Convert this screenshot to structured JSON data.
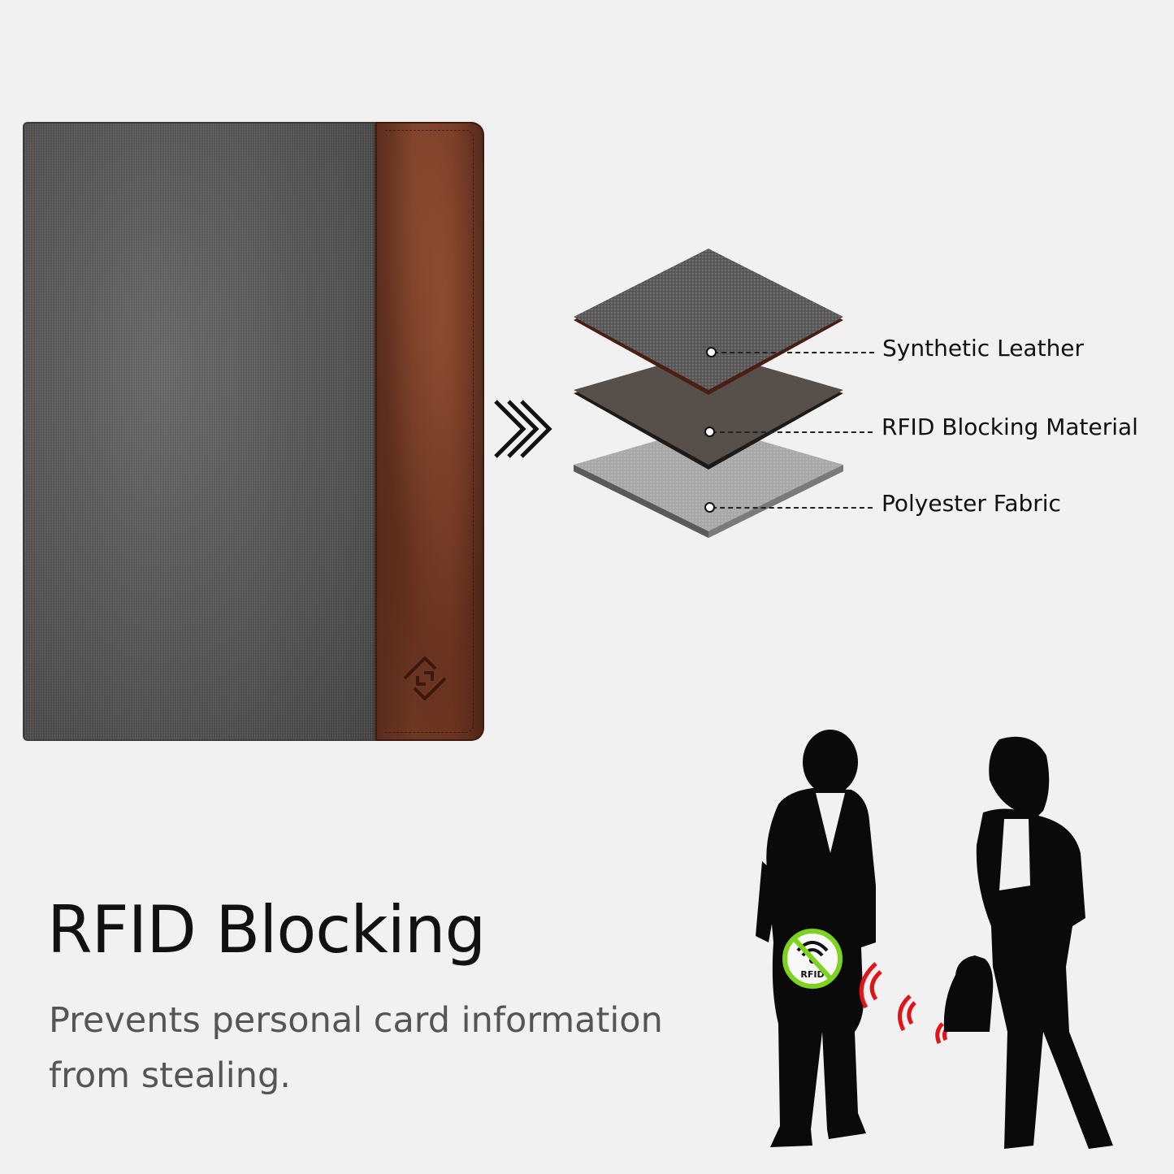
{
  "layers": {
    "items": [
      {
        "label": "Synthetic Leather"
      },
      {
        "label": "RFID Blocking Material"
      },
      {
        "label": "Polyester Fabric"
      }
    ]
  },
  "headline": "RFID Blocking",
  "subline": "Prevents personal card information from stealing.",
  "badge": {
    "text": "RFID"
  },
  "colors": {
    "background": "#f1f1f1",
    "fabric_gray": "#555555",
    "leather_brown": "#6e3521",
    "signal_red": "#e0151a",
    "badge_green": "#7ed321"
  }
}
